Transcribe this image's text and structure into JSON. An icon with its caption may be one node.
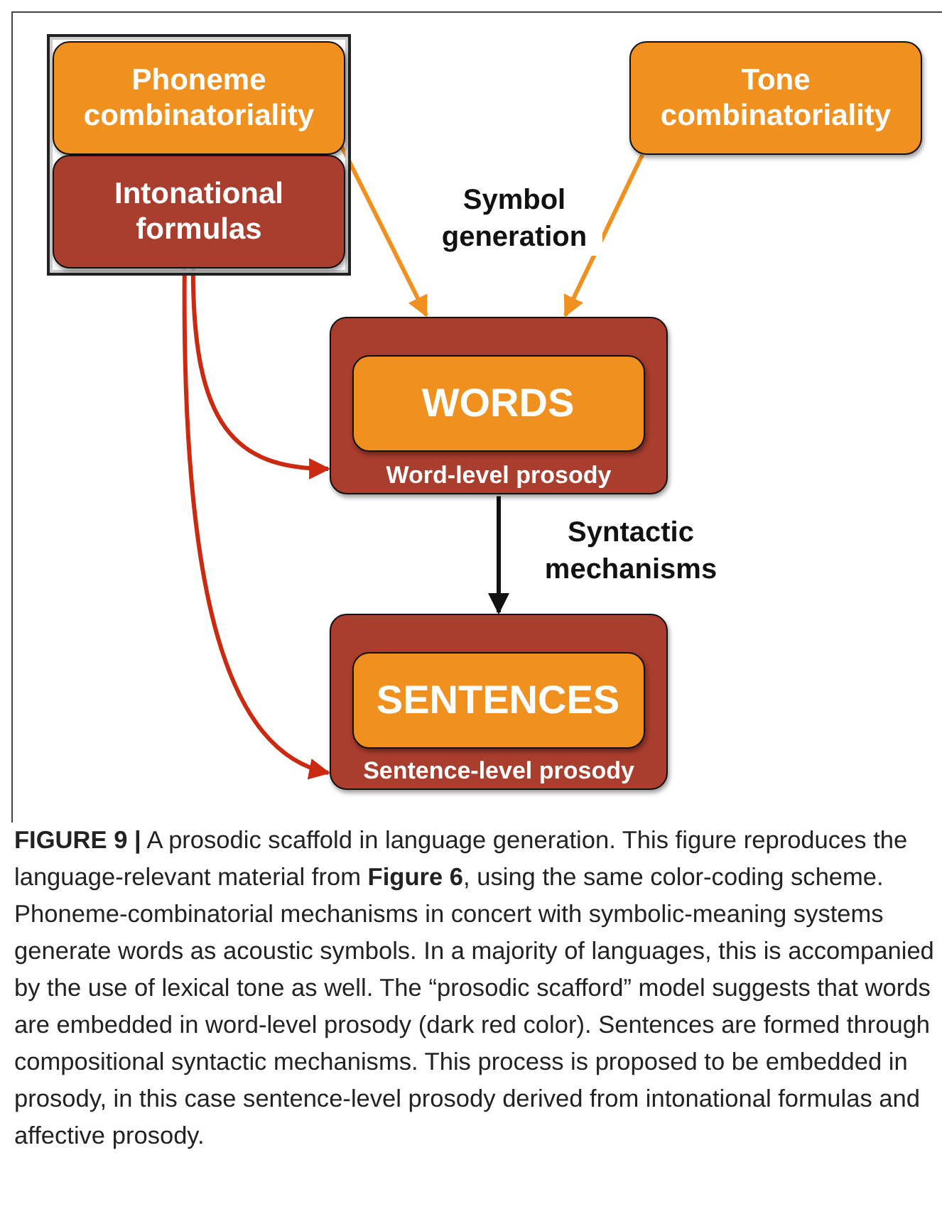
{
  "diagram": {
    "caption": "**FIGURE 9 |** A prosodic scaffold in language generation. This figure reproduces the language-relevant material from **Figure 6**, using the same color-coding scheme. Phoneme-combinatorial mechanisms in concert with symbolic-meaning systems generate words as acoustic symbols. In a majority of languages, this is accompanied by the use of lexical tone as well. The “prosodic scafford” model suggests that words are embedded in word-level prosody (dark red color). Sentences are formed through compositional syntactic mechanisms. This process is proposed to be embedded in prosody, in this case sentence-level prosody derived from intonational formulas and affective prosody.",
    "nodes": [
      {
        "text": [],
        "shape": "box"
      },
      {
        "text": [
          "Phoneme combinatoriality"
        ],
        "in": 0
      },
      {
        "text": [
          "Intonational formulas"
        ],
        "in": 0
      },
      {
        "text": [
          "Tone combinatoriality"
        ]
      },
      {
        "text": [
          "Word-level prosody"
        ]
      },
      {
        "text": [
          "WORDS"
        ],
        "in": 4
      },
      {
        "text": [
          "Sentence-level prosody"
        ]
      },
      {
        "text": [
          "SENTENCES"
        ],
        "in": 6
      }
    ],
    "edges": [
      {
        "from": 1,
        "to": 4,
        "arrow": "to",
        "color": "#f0901e"
      },
      {
        "from": 3,
        "to": 4,
        "arrow": "to",
        "color": "#f0901e"
      },
      {
        "from": 2,
        "to": 4,
        "arrow": "to",
        "color": "#cc2a10"
      },
      {
        "from": 2,
        "to": 6,
        "arrow": "to",
        "color": "#cc2a10"
      },
      {
        "from": 4,
        "to": 6,
        "arrow": "to",
        "label": "Syntactic mechanisms",
        "color": "#111111"
      }
    ],
    "labels": [
      "Symbol generation"
    ]
  }
}
